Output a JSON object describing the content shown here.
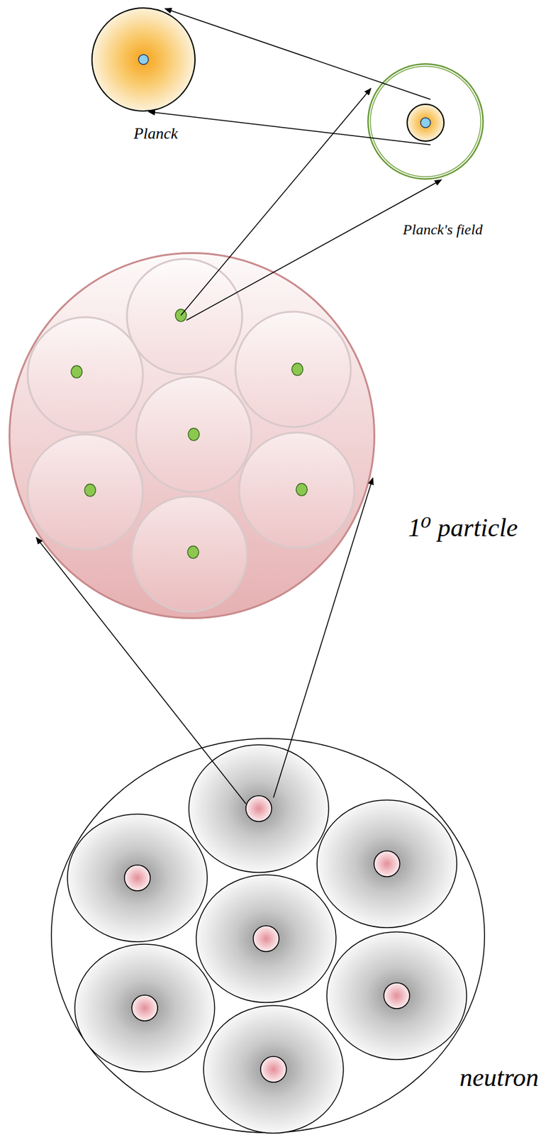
{
  "diagram": {
    "nodes": [
      {
        "text": [
          "Planck"
        ]
      },
      {
        "text": [
          "Planck's field"
        ]
      },
      {
        "text": [
          "1⁰ particle"
        ]
      },
      {
        "text": [
          "neutron"
        ]
      }
    ],
    "edges": [
      {
        "from": 1,
        "to": 0,
        "arrow": "to"
      },
      {
        "from": 1,
        "to": 0,
        "arrow": "to"
      },
      {
        "from": 2,
        "to": 1,
        "arrow": "to"
      },
      {
        "from": 2,
        "to": 1,
        "arrow": "to"
      },
      {
        "from": 3,
        "to": 2,
        "arrow": "to"
      },
      {
        "from": 3,
        "to": 2,
        "arrow": "to"
      }
    ]
  }
}
